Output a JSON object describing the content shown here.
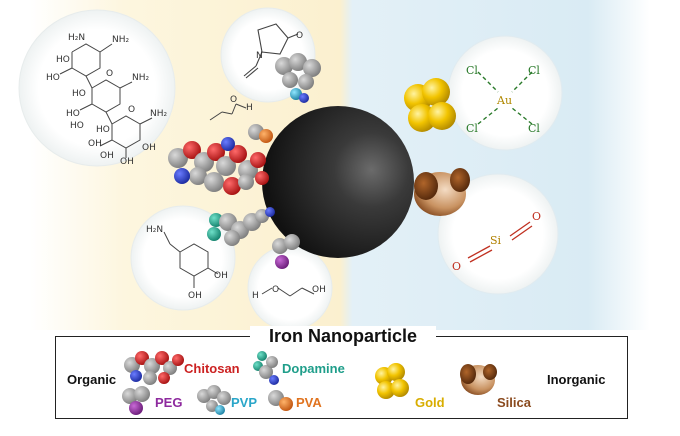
{
  "title": "Iron Nanoparticle",
  "legend": {
    "organic_label": "Organic",
    "inorganic_label": "Inorganic",
    "items": {
      "chitosan": "Chitosan",
      "dopamine": "Dopamine",
      "peg": "PEG",
      "pvp": "PVP",
      "pva": "PVA",
      "gold": "Gold",
      "silica": "Silica"
    }
  },
  "molecules": {
    "chitosan_atom_labels": [
      "H₂N",
      "HO",
      "HO",
      "NH₂",
      "HO",
      "O",
      "HO",
      "HO",
      "NH₂",
      "OH",
      "OH",
      "O",
      "HO",
      "NH₂",
      "OH",
      "OH"
    ],
    "pva": {
      "h": "H",
      "o": "O"
    },
    "dopamine": {
      "amine": "H₂N",
      "oh1": "OH",
      "oh2": "OH"
    },
    "peg": {
      "h": "H",
      "o1": "O",
      "o2": "OH"
    },
    "pvp": {
      "o": "O",
      "n": "N"
    },
    "gold_complex": {
      "center": "Au",
      "ligand": "Cl"
    },
    "silica": {
      "si": "Si",
      "o": "O"
    }
  },
  "colors": {
    "organic_bg": "#fdf6df",
    "inorganic_bg": "#e3f0f7",
    "chitosan": "#cc2222",
    "dopamine": "#1f9e8a",
    "peg": "#8e2a9e",
    "pvp": "#2aa6c9",
    "pva": "#e0731f",
    "gold": "#e0b400",
    "silica": "#8a4a1e",
    "core": "#2a2a2a"
  }
}
